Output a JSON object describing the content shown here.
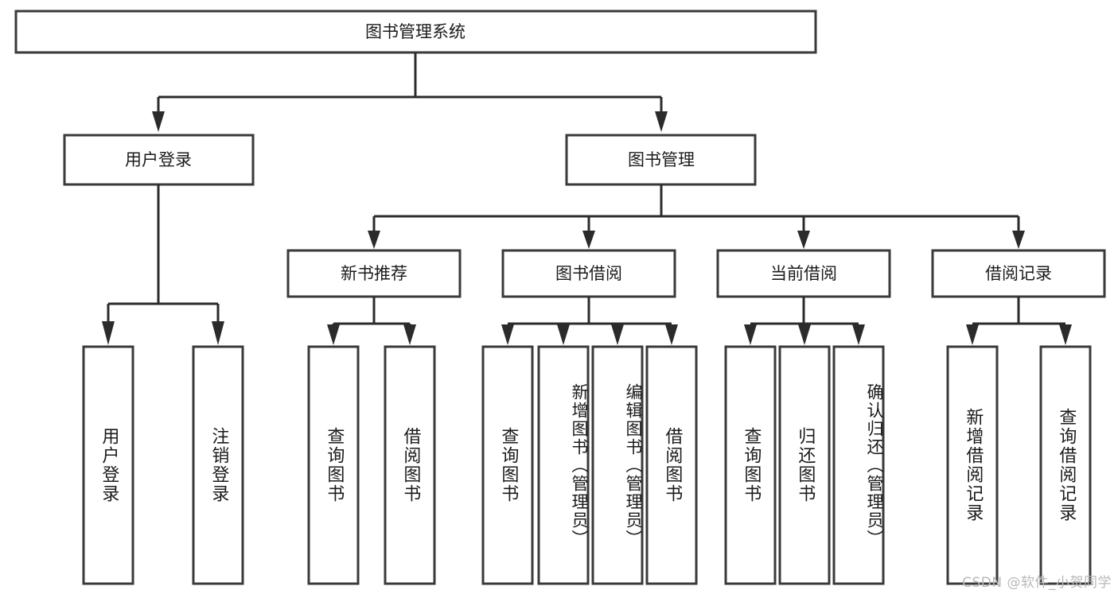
{
  "diagram": {
    "type": "hierarchy-tree",
    "title": "图书管理系统",
    "orientation": "top-down",
    "colors": {
      "box_stroke": "#3a3a3a",
      "connector": "#2b2b2b",
      "background": "#ffffff",
      "text": "#1b1b1b",
      "watermark": "#b8b8b8"
    },
    "root": {
      "label": "图书管理系统"
    },
    "level2": [
      {
        "label": "用户登录"
      },
      {
        "label": "图书管理"
      }
    ],
    "level3": [
      {
        "label": "新书推荐"
      },
      {
        "label": "图书借阅"
      },
      {
        "label": "当前借阅"
      },
      {
        "label": "借阅记录"
      }
    ],
    "leaves": {
      "user_login": [
        {
          "label": "用户登录"
        },
        {
          "label": "注销登录"
        }
      ],
      "new_book_recommend": [
        {
          "label": "查询图书"
        },
        {
          "label": "借阅图书"
        }
      ],
      "book_borrow": [
        {
          "label": "查询图书"
        },
        {
          "label": "新增图书（管理员）"
        },
        {
          "label": "编辑图书（管理员）"
        },
        {
          "label": "借阅图书"
        }
      ],
      "current_borrow": [
        {
          "label": "查询图书"
        },
        {
          "label": "归还图书"
        },
        {
          "label": "确认归还（管理员）"
        }
      ],
      "borrow_record": [
        {
          "label": "新增借阅记录"
        },
        {
          "label": "查询借阅记录"
        }
      ]
    }
  },
  "watermark": {
    "text": "CSDN @软件_小贺同学"
  }
}
